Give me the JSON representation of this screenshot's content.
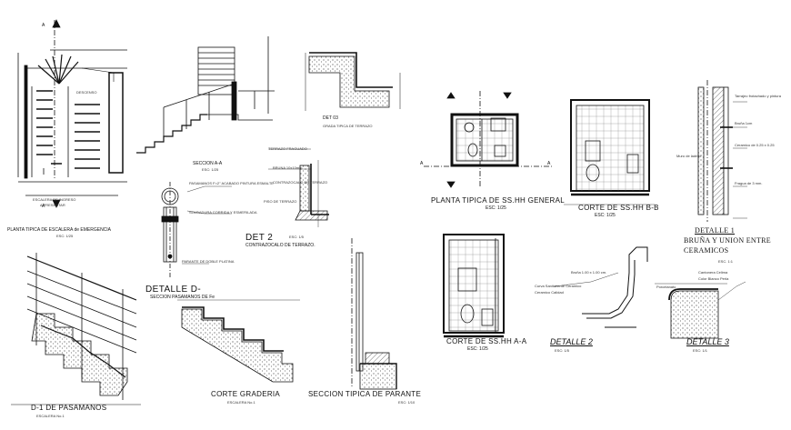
{
  "sheet": {
    "ink_color": "#111111",
    "hatch_color": "#555555",
    "background": "#ffffff"
  },
  "labels": {
    "plan_escalera_title": "PLANTA TIPICA DE ESCALERA de EMERGENCIA",
    "plan_escalera_scale": "ESC: 1/25",
    "plan_escalera_note1": "ESCALERA DE INGRESO",
    "plan_escalera_note2": "A PRESENTAR",
    "plan_escalera_descenso": "DESCENSO",
    "section_aa_title": "SECCION A-A",
    "section_aa_scale": "ESC: 1/25",
    "det03_title": "DET 03",
    "det03_sub": "GRADA TIPICA DE TERRAZO",
    "det2_title": "DET 2",
    "det2_sub": "CONTRAZOCALO DE TERRAZO.",
    "det2_scale": "ESC: 1/5",
    "det2_note1": "TERRAZO FRAGUADO",
    "det2_note2": "BRUNA 10x10mm",
    "det2_note3": "CONTRAZOCALO DE TERRAZO",
    "det2_note4": "PISO DE TERRAZO",
    "detalle_d_title": "DETALLE D-",
    "detalle_d_sub": "SECCION PASAMANOS DE Fe",
    "detalle_d_note1": "PASAMANOS F=2\" ACABADO PINTURA ESMALTE",
    "detalle_d_note2": "SOLDADURA CORRIDA Y ESMERILADA",
    "detalle_d_note3": "PARANTE DE DOBLE PLATINA",
    "d1_title": "D-1 DE PASAMANOS",
    "d1_sub": "ESCALERA No.1",
    "corte_graderia_title": "CORTE GRADERIA",
    "corte_graderia_sub": "ESCALERA No.1",
    "seccion_parante_title": "SECCION TIPICA DE PARANTE",
    "seccion_parante_scale": "ESC: 1/10",
    "ss_plan_title": "PLANTA TIPICA DE SS.HH GENERAL",
    "ss_plan_scale": "ESC: 1/25",
    "corte_bb_title": "CORTE DE SS.HH    B-B",
    "corte_bb_scale": "ESC: 1/25",
    "corte_aa_title": "CORTE DE SS.HH    A-A",
    "corte_aa_scale": "ESC: 1/25",
    "detalle2_title": "DETALLE 2",
    "detalle2_scale": "ESC: 1/5",
    "detalle2_note1": "Bruña 1.00 x 1.00 cm.",
    "detalle2_note2": "Curva Sanitaria de Ceramico",
    "detalle2_note3": "Ceramico Calidad",
    "detalle3_title": "DETALLE 3",
    "detalle3_scale": "ESC: 1/1",
    "detalle3_note1": "Cantonera Celima",
    "detalle3_note2": "Color Blanco Perla",
    "detalle3_note3": "Porcelanato",
    "detalle1_title": "DETALLE 1",
    "detalle1_sub1": "BRUÑA Y UNION ENTRE",
    "detalle1_sub2": "CERAMICOS",
    "detalle1_scale": "ESC. 1:1",
    "detalle1_note1": "Tarrajeo frotachado y pintura",
    "detalle1_note2": "Bruña 1cm",
    "detalle1_note3": "Ceramico de 0.25 x 0.25",
    "detalle1_note4": "Fragua de 3 mm.",
    "detalle1_note5": "Muro de ladrillo",
    "mark_a": "A"
  }
}
